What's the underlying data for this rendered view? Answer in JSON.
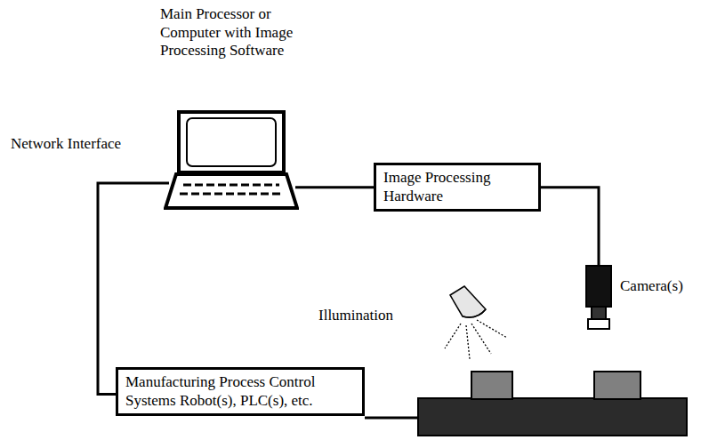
{
  "diagram": {
    "nodes": [
      {
        "text": [
          "Main Processor or Computer with Image Processing Software"
        ]
      },
      {
        "text": [
          "Image Processing Hardware"
        ]
      },
      {
        "text": [
          "Manufacturing Process Control Systems Robot(s), PLC(s), etc."
        ]
      },
      {
        "text": [
          "Camera(s)"
        ]
      }
    ],
    "edges": [
      {
        "from": 0,
        "to": 1,
        "arrow": "none"
      },
      {
        "from": 0,
        "to": 2,
        "arrow": "none"
      },
      {
        "from": 1,
        "to": 3,
        "arrow": "none"
      }
    ],
    "labels": [
      "Network Interface",
      "Illumination"
    ]
  }
}
